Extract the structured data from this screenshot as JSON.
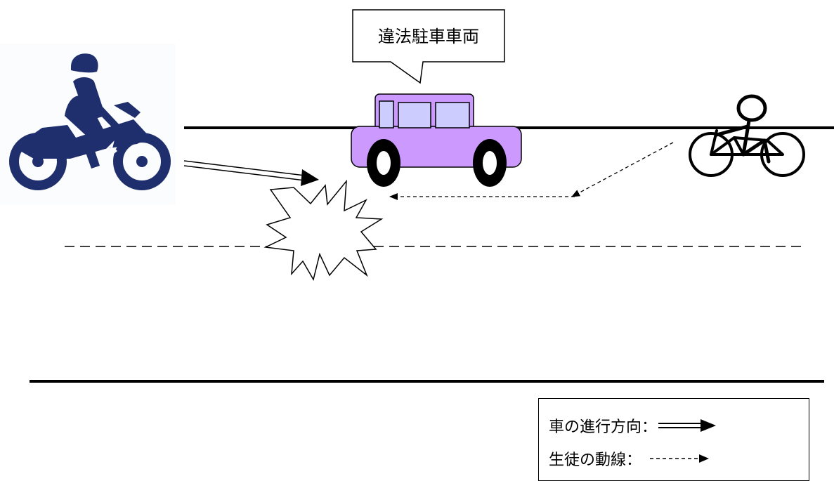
{
  "callout": {
    "text": "違法駐車車両"
  },
  "legend": {
    "vehicle_direction_label": "車の進行方向：",
    "student_path_label": "生徒の動線："
  },
  "colors": {
    "motorcycle": "#1f2f6e",
    "car_body": "#cc99ff",
    "car_windows": "#ccccff",
    "line": "#000000"
  }
}
